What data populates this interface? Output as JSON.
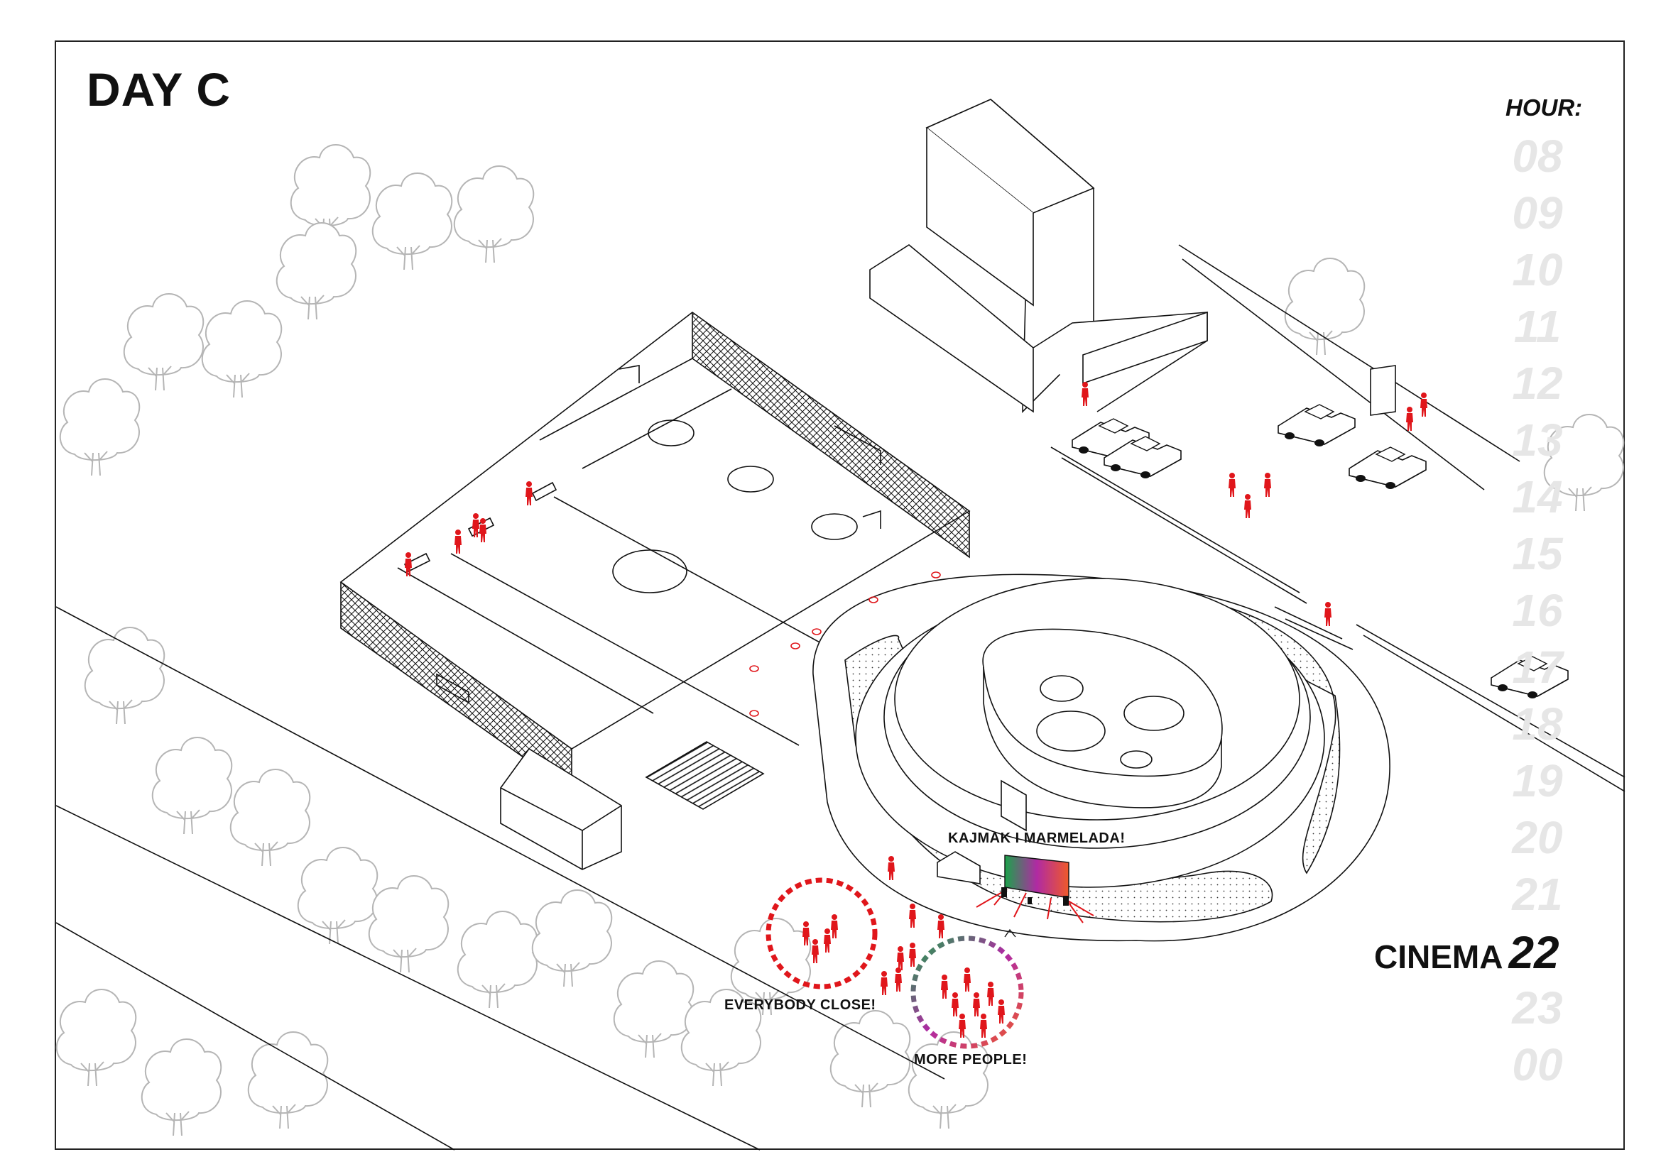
{
  "title": "DAY C",
  "hour_label": "HOUR:",
  "hours": [
    "08",
    "09",
    "10",
    "11",
    "12",
    "13",
    "14",
    "15",
    "16",
    "17",
    "18",
    "19",
    "20",
    "21",
    "22",
    "23",
    "00"
  ],
  "active_hour": "22",
  "activity": {
    "name": "CINEMA",
    "hour": "22"
  },
  "callouts": {
    "film": "KAJMAK I MARMELADA!",
    "close": "EVERYBODY CLOSE!",
    "more": "MORE PEOPLE!"
  },
  "colors": {
    "people": "#e0161b",
    "line": "#111111",
    "tree": "#b5b5b5",
    "hour_inactive": "#e6e6e6",
    "screen_from": "#1ba34a",
    "screen_mid": "#b02aa3",
    "screen_to": "#ef5a2a"
  }
}
